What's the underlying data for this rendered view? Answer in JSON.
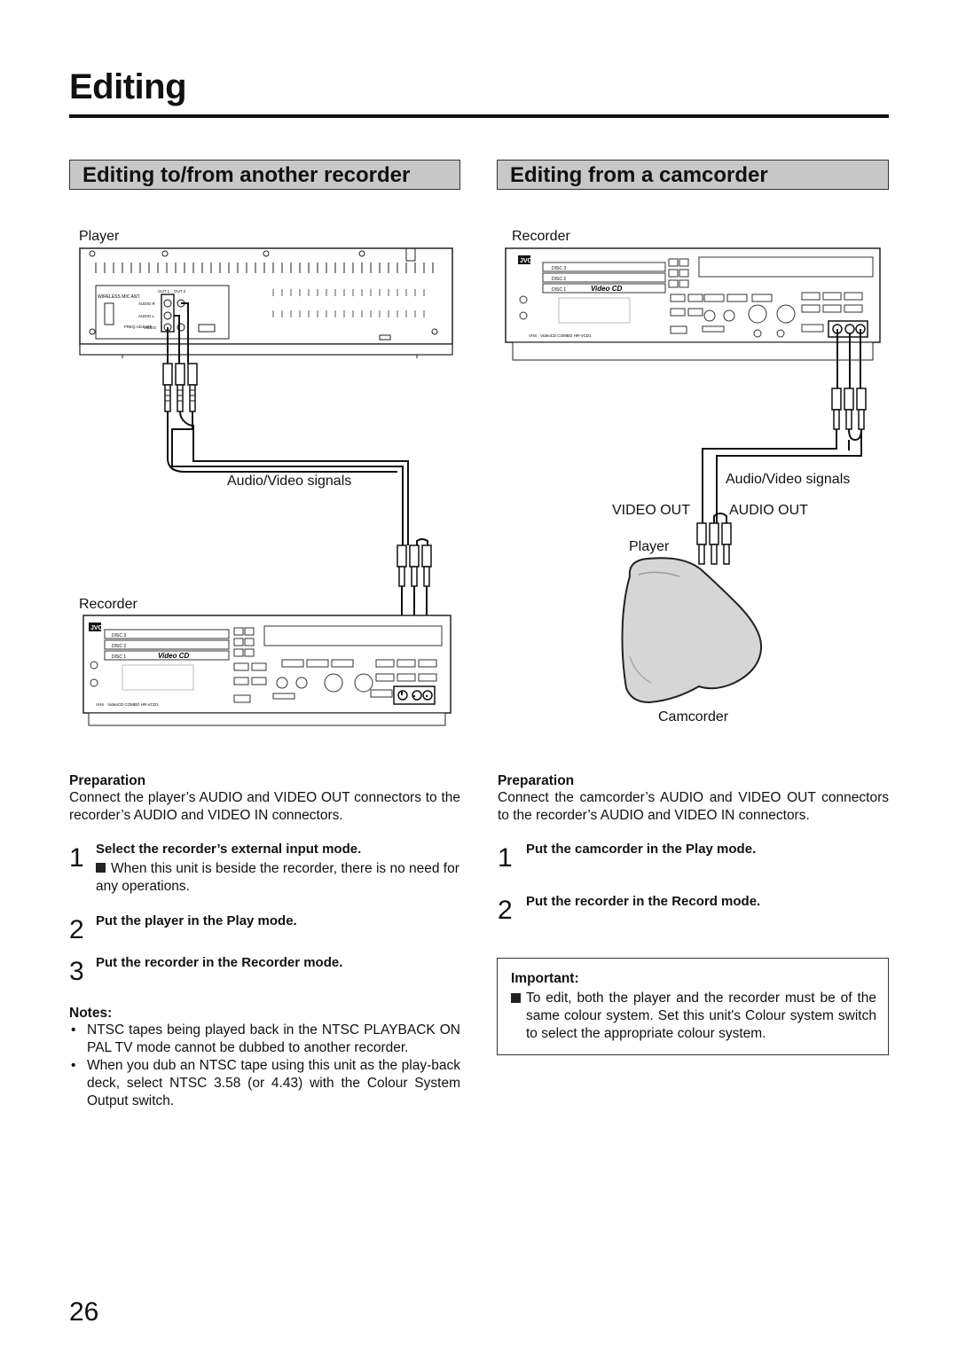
{
  "page": {
    "title": "Editing",
    "number": "26"
  },
  "left": {
    "heading": "Editing to/from another recorder",
    "label_player": "Player",
    "label_signals": "Audio/Video signals",
    "label_recorder": "Recorder",
    "preparation_title": "Preparation",
    "preparation_text": "Connect the player’s AUDIO and VIDEO OUT connectors to the recorder’s AUDIO and VIDEO IN connectors.",
    "steps": [
      {
        "num": "1",
        "title": "Select the recorder’s external input mode.",
        "detail": "When this unit is beside the recorder, there is no need for any operations."
      },
      {
        "num": "2",
        "title": "Put the player in the Play mode."
      },
      {
        "num": "3",
        "title": "Put the recorder in the Recorder mode."
      }
    ],
    "notes_title": "Notes:",
    "notes": [
      "NTSC tapes being played back in the NTSC PLAYBACK ON PAL TV mode cannot be dubbed to another recorder.",
      "When you dub an NTSC tape using this unit as the play-back deck, select NTSC 3.58 (or 4.43) with the Colour System Output switch."
    ]
  },
  "right": {
    "heading": "Editing from a camcorder",
    "label_recorder": "Recorder",
    "label_signals": "Audio/Video signals",
    "label_video_out": "VIDEO OUT",
    "label_audio_out": "AUDIO OUT",
    "label_player": "Player",
    "label_camcorder": "Camcorder",
    "preparation_title": "Preparation",
    "preparation_text": "Connect the camcorder’s AUDIO and VIDEO OUT connectors to the recorder’s AUDIO and VIDEO IN connectors.",
    "steps": [
      {
        "num": "1",
        "title": "Put the camcorder in the Play mode."
      },
      {
        "num": "2",
        "title": "Put the recorder in the Record mode."
      }
    ],
    "important_title": "Important:",
    "important_text": "To edit, both the player and the recorder must be of the same colour system. Set this unit's Colour system switch to select the appropriate colour system."
  },
  "device_labels": {
    "brand": "JVC",
    "video_cd": "Video CD",
    "disc_1": "DISC 1",
    "disc_2": "DISC 2",
    "disc_3": "DISC 3",
    "model": "VHS · VideoCD COMBO HR-VCD1",
    "audio_r": "AUDIO R",
    "audio_l": "AUDIO L",
    "video": "VIDEO",
    "out1": "OUT 1",
    "out2": "OUT 2",
    "wireless": "WIRELESS MIC ANT.",
    "freq": "FREQ ADJUST"
  }
}
